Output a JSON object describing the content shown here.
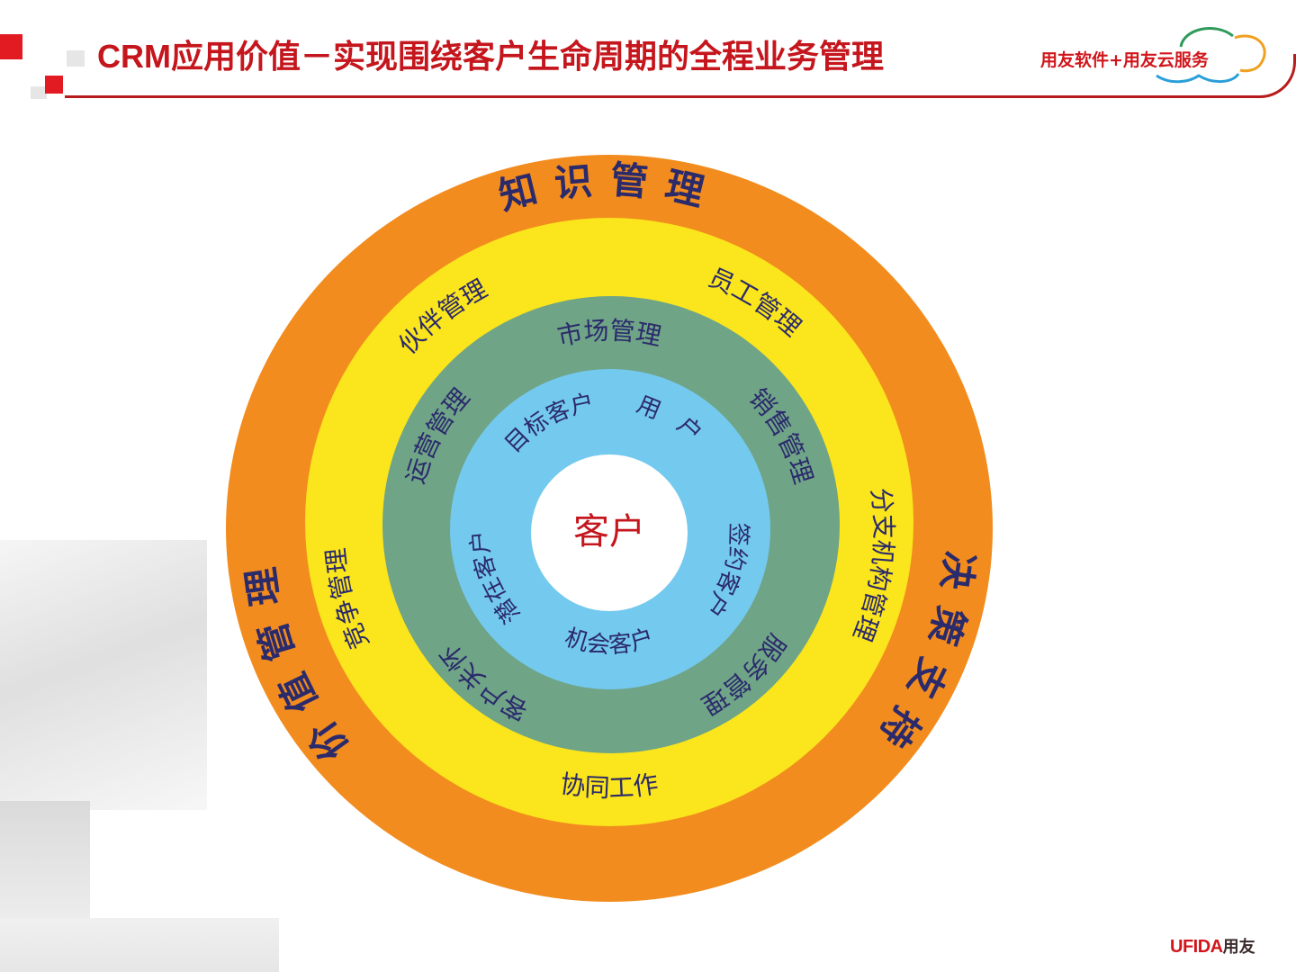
{
  "header": {
    "title": "CRM应用价值－实现围绕客户生命周期的全程业务管理",
    "brand_tagline": "用友软件+用友云服务"
  },
  "footer": {
    "logo_latin": "UFIDA",
    "logo_cjk": "用友"
  },
  "colors": {
    "accent_red": "#c4161c",
    "ring_orange": "#f28c1e",
    "ring_yellow": "#fbe51c",
    "ring_green": "#6fa487",
    "ring_blue": "#74c9ee",
    "core_white": "#ffffff",
    "label_text": "#2b2a6b",
    "core_text": "#c4161c"
  },
  "diagram": {
    "center": "客户",
    "rings": [
      {
        "name": "outer",
        "labels": [
          "知识管理",
          "决策支持",
          "价值管理"
        ]
      },
      {
        "name": "yellow",
        "labels": [
          "伙伴管理",
          "员工管理",
          "分支机构管理",
          "协同工作",
          "竞争管理"
        ]
      },
      {
        "name": "green",
        "labels": [
          "市场管理",
          "销售管理",
          "服务管理",
          "客户关怀",
          "运营管理"
        ]
      },
      {
        "name": "blue",
        "labels": [
          "目标客户",
          "用户",
          "签约客户",
          "机会客户",
          "潜在客户"
        ]
      }
    ]
  }
}
